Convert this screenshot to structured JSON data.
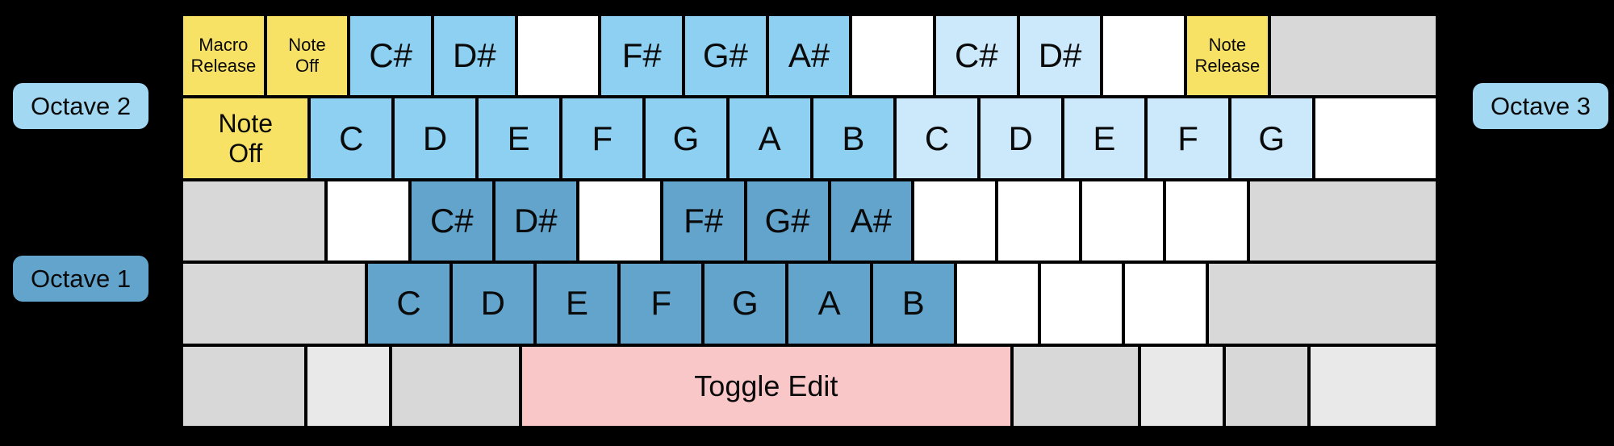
{
  "canvas": {
    "background": "#000000"
  },
  "palette": {
    "yellow": "#F7E266",
    "sky": "#8DD0F2",
    "lightBlue": "#CBE9FB",
    "steel": "#62A4CC",
    "pink": "#FAC7C9",
    "gray": "#D8D8D8",
    "lightGray": "#E9E9E9",
    "white": "#FFFFFF",
    "keyBorder": "#000000",
    "octave2Badge": "#A3D8F3",
    "octave1Badge": "#62A4CC",
    "octave3Badge": "#A3D8F3",
    "text": "#0a0a0a"
  },
  "octaveLabels": {
    "octave2": {
      "label": "Octave 2",
      "side": "left"
    },
    "octave1": {
      "label": "Octave 1",
      "side": "left"
    },
    "octave3": {
      "label": "Octave 3",
      "side": "right"
    }
  },
  "keyboard": {
    "rows": [
      {
        "name": "row-1-number-row",
        "keys": [
          {
            "id": "key-macro-release",
            "label": "Macro Release",
            "color": "yellow",
            "w": 1,
            "size": "small"
          },
          {
            "id": "key-note-off-top",
            "label": "Note Off",
            "color": "yellow",
            "w": 1,
            "size": "small"
          },
          {
            "id": "key-note-csharp-oct2",
            "label": "C#",
            "color": "sky",
            "w": 1,
            "size": "note"
          },
          {
            "id": "key-note-dsharp-oct2",
            "label": "D#",
            "color": "sky",
            "w": 1,
            "size": "note"
          },
          {
            "id": "key-blank-white",
            "label": "",
            "color": "white",
            "w": 1,
            "size": "note"
          },
          {
            "id": "key-note-fsharp-oct2",
            "label": "F#",
            "color": "sky",
            "w": 1,
            "size": "note"
          },
          {
            "id": "key-note-gsharp-oct2",
            "label": "G#",
            "color": "sky",
            "w": 1,
            "size": "note"
          },
          {
            "id": "key-note-asharp-oct2",
            "label": "A#",
            "color": "sky",
            "w": 1,
            "size": "note"
          },
          {
            "id": "key-blank-white",
            "label": "",
            "color": "white",
            "w": 1,
            "size": "note"
          },
          {
            "id": "key-note-csharp-oct3",
            "label": "C#",
            "color": "lightBlue",
            "w": 1,
            "size": "note"
          },
          {
            "id": "key-note-dsharp-oct3",
            "label": "D#",
            "color": "lightBlue",
            "w": 1,
            "size": "note"
          },
          {
            "id": "key-blank-white",
            "label": "",
            "color": "white",
            "w": 1,
            "size": "note"
          },
          {
            "id": "key-note-release",
            "label": "Note Release",
            "color": "yellow",
            "w": 1,
            "size": "small"
          },
          {
            "id": "key-blank-gray",
            "label": "",
            "color": "gray",
            "w": 2.05,
            "size": "note"
          }
        ]
      },
      {
        "name": "row-2-upper-letter-row",
        "keys": [
          {
            "id": "key-note-off-main",
            "label": "Note Off",
            "color": "yellow",
            "w": 1.55,
            "size": "medium"
          },
          {
            "id": "key-note-c-oct2",
            "label": "C",
            "color": "sky",
            "w": 1,
            "size": "note"
          },
          {
            "id": "key-note-d-oct2",
            "label": "D",
            "color": "sky",
            "w": 1,
            "size": "note"
          },
          {
            "id": "key-note-e-oct2",
            "label": "E",
            "color": "sky",
            "w": 1,
            "size": "note"
          },
          {
            "id": "key-note-f-oct2",
            "label": "F",
            "color": "sky",
            "w": 1,
            "size": "note"
          },
          {
            "id": "key-note-g-oct2",
            "label": "G",
            "color": "sky",
            "w": 1,
            "size": "note"
          },
          {
            "id": "key-note-a-oct2",
            "label": "A",
            "color": "sky",
            "w": 1,
            "size": "note"
          },
          {
            "id": "key-note-b-oct2",
            "label": "B",
            "color": "sky",
            "w": 1,
            "size": "note"
          },
          {
            "id": "key-note-c-oct3",
            "label": "C",
            "color": "lightBlue",
            "w": 1,
            "size": "note"
          },
          {
            "id": "key-note-d-oct3",
            "label": "D",
            "color": "lightBlue",
            "w": 1,
            "size": "note"
          },
          {
            "id": "key-note-e-oct3",
            "label": "E",
            "color": "lightBlue",
            "w": 1,
            "size": "note"
          },
          {
            "id": "key-note-f-oct3",
            "label": "F",
            "color": "lightBlue",
            "w": 1,
            "size": "note"
          },
          {
            "id": "key-note-g-oct3",
            "label": "G",
            "color": "lightBlue",
            "w": 1,
            "size": "note"
          },
          {
            "id": "key-blank-white",
            "label": "",
            "color": "white",
            "w": 1.5,
            "size": "note"
          }
        ]
      },
      {
        "name": "row-3-home-row",
        "keys": [
          {
            "id": "key-blank-gray",
            "label": "",
            "color": "gray",
            "w": 1.75,
            "size": "note"
          },
          {
            "id": "key-blank-white",
            "label": "",
            "color": "white",
            "w": 1,
            "size": "note"
          },
          {
            "id": "key-note-csharp-oct1",
            "label": "C#",
            "color": "steel",
            "w": 1,
            "size": "note"
          },
          {
            "id": "key-note-dsharp-oct1",
            "label": "D#",
            "color": "steel",
            "w": 1,
            "size": "note"
          },
          {
            "id": "key-blank-white",
            "label": "",
            "color": "white",
            "w": 1,
            "size": "note"
          },
          {
            "id": "key-note-fsharp-oct1",
            "label": "F#",
            "color": "steel",
            "w": 1,
            "size": "note"
          },
          {
            "id": "key-note-gsharp-oct1",
            "label": "G#",
            "color": "steel",
            "w": 1,
            "size": "note"
          },
          {
            "id": "key-note-asharp-oct1",
            "label": "A#",
            "color": "steel",
            "w": 1,
            "size": "note"
          },
          {
            "id": "key-blank-white",
            "label": "",
            "color": "white",
            "w": 1,
            "size": "note"
          },
          {
            "id": "key-blank-white",
            "label": "",
            "color": "white",
            "w": 1,
            "size": "note"
          },
          {
            "id": "key-blank-white",
            "label": "",
            "color": "white",
            "w": 1,
            "size": "note"
          },
          {
            "id": "key-blank-white",
            "label": "",
            "color": "white",
            "w": 1,
            "size": "note"
          },
          {
            "id": "key-blank-gray",
            "label": "",
            "color": "gray",
            "w": 2.3,
            "size": "note"
          }
        ]
      },
      {
        "name": "row-4-lower-letter-row",
        "keys": [
          {
            "id": "key-blank-gray",
            "label": "",
            "color": "gray",
            "w": 2.25,
            "size": "note"
          },
          {
            "id": "key-note-c-oct1",
            "label": "C",
            "color": "steel",
            "w": 1,
            "size": "note"
          },
          {
            "id": "key-note-d-oct1",
            "label": "D",
            "color": "steel",
            "w": 1,
            "size": "note"
          },
          {
            "id": "key-note-e-oct1",
            "label": "E",
            "color": "steel",
            "w": 1,
            "size": "note"
          },
          {
            "id": "key-note-f-oct1",
            "label": "F",
            "color": "steel",
            "w": 1,
            "size": "note"
          },
          {
            "id": "key-note-g-oct1",
            "label": "G",
            "color": "steel",
            "w": 1,
            "size": "note"
          },
          {
            "id": "key-note-a-oct1",
            "label": "A",
            "color": "steel",
            "w": 1,
            "size": "note"
          },
          {
            "id": "key-note-b-oct1",
            "label": "B",
            "color": "steel",
            "w": 1,
            "size": "note"
          },
          {
            "id": "key-blank-white",
            "label": "",
            "color": "white",
            "w": 1,
            "size": "note"
          },
          {
            "id": "key-blank-white",
            "label": "",
            "color": "white",
            "w": 1,
            "size": "note"
          },
          {
            "id": "key-blank-white",
            "label": "",
            "color": "white",
            "w": 1,
            "size": "note"
          },
          {
            "id": "key-blank-gray",
            "label": "",
            "color": "gray",
            "w": 2.8,
            "size": "note"
          }
        ]
      },
      {
        "name": "row-5-bottom-row",
        "keys": [
          {
            "id": "key-blank-gray",
            "label": "",
            "color": "gray",
            "w": 1.48,
            "size": "note"
          },
          {
            "id": "key-blank-lightgray",
            "label": "",
            "color": "lightGray",
            "w": 1,
            "size": "note"
          },
          {
            "id": "key-blank-gray",
            "label": "",
            "color": "gray",
            "w": 1.55,
            "size": "note"
          },
          {
            "id": "key-toggle-edit",
            "label": "Toggle Edit",
            "color": "pink",
            "w": 5.97,
            "size": "large"
          },
          {
            "id": "key-blank-gray",
            "label": "",
            "color": "gray",
            "w": 1.52,
            "size": "note"
          },
          {
            "id": "key-blank-lightgray",
            "label": "",
            "color": "lightGray",
            "w": 1,
            "size": "note"
          },
          {
            "id": "key-blank-gray",
            "label": "",
            "color": "gray",
            "w": 1,
            "size": "note"
          },
          {
            "id": "key-blank-lightgray",
            "label": "",
            "color": "lightGray",
            "w": 1.53,
            "size": "note"
          }
        ]
      }
    ]
  }
}
